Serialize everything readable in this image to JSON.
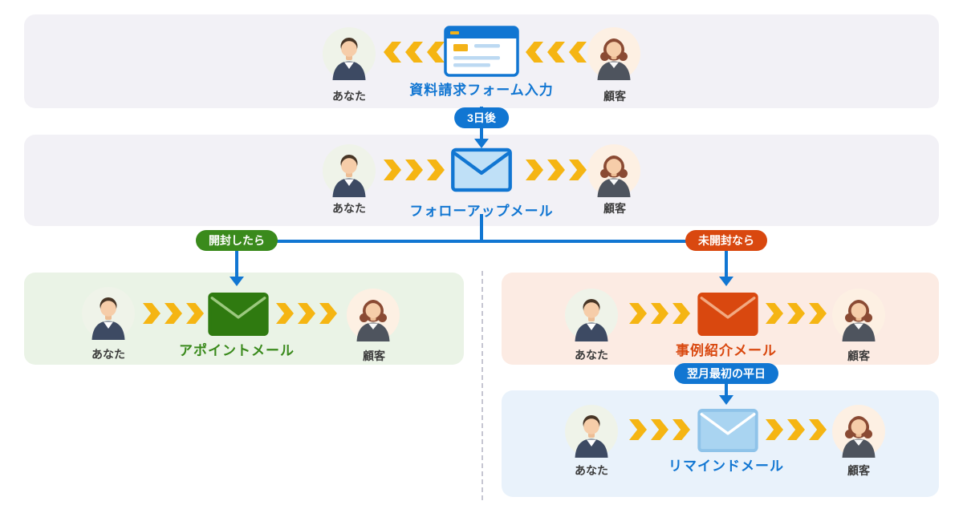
{
  "diagram": {
    "roles": {
      "sender": "あなた",
      "customer": "顧客"
    },
    "steps": {
      "form": {
        "title": "資料請求フォーム入力",
        "icon": "form-window-icon",
        "color": "#1176d2"
      },
      "followup": {
        "title": "フォローアップメール",
        "icon": "mail-icon",
        "color": "#1176d2"
      },
      "appointment": {
        "title": "アポイントメール",
        "icon": "mail-icon",
        "color": "#3a8a1c"
      },
      "case_intro": {
        "title": "事例紹介メール",
        "icon": "mail-icon",
        "color": "#d9480f"
      },
      "remind": {
        "title": "リマインドメール",
        "icon": "mail-icon",
        "color": "#1176d2"
      }
    },
    "connectors": {
      "delay_3days": "3日後",
      "if_opened": "開封したら",
      "if_unopened": "未開封なら",
      "next_month_first_weekday": "翌月最初の平日"
    },
    "colors": {
      "primary_blue": "#1176d2",
      "success_green": "#3a8a1c",
      "alert_orange": "#d9480f",
      "arrow_yellow": "#f5b513",
      "band_gray": "#f2f1f6",
      "band_green": "#eaf3e6",
      "band_orange": "#fcebe3",
      "band_blue": "#e9f2fb"
    },
    "icons": [
      "man-avatar",
      "woman-avatar",
      "form-window-icon",
      "mail-icon",
      "chevron-arrow-icon",
      "arrow-down-icon"
    ]
  }
}
